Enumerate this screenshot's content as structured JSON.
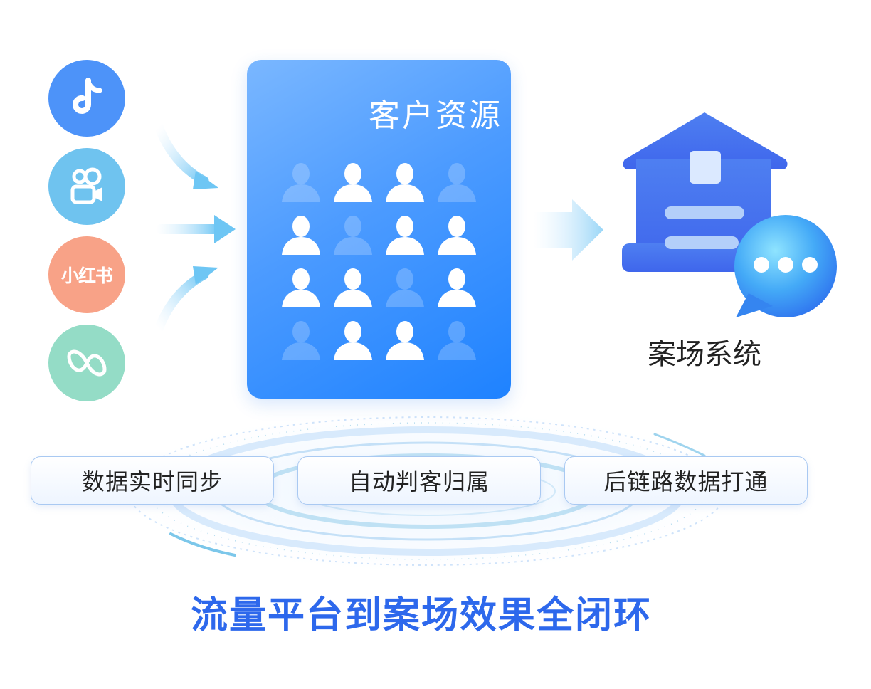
{
  "sources": [
    {
      "id": "douyin",
      "icon": "douyin-icon",
      "color": "#4d93f9"
    },
    {
      "id": "kuaishou",
      "icon": "kuaishou-icon",
      "color": "#6fc3ef"
    },
    {
      "id": "xiaohongshu",
      "label": "小红书",
      "icon": "xiaohongshu-logo",
      "color": "#f8a287"
    },
    {
      "id": "shipinhao",
      "icon": "infinity-icon",
      "color": "#94dcc6"
    }
  ],
  "resource_card": {
    "title": "客户资源",
    "color": "#4c9bff"
  },
  "site_system": {
    "label": "案场系统",
    "icon": "house-chat-icon"
  },
  "features": [
    {
      "label": "数据实时同步"
    },
    {
      "label": "自动判客归属"
    },
    {
      "label": "后链路数据打通"
    }
  ],
  "tagline": "流量平台到案场效果全闭环",
  "colors": {
    "accent": "#2d68ec",
    "card": "#4c9bff"
  }
}
